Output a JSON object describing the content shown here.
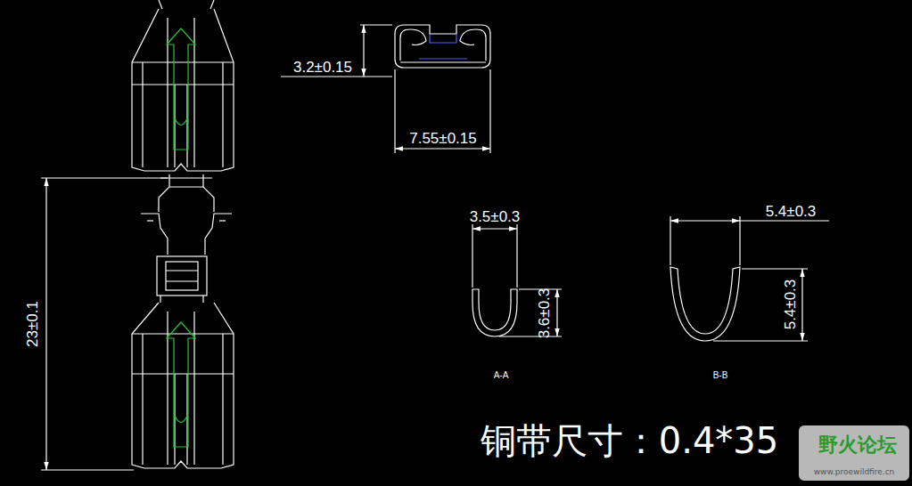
{
  "diagram": {
    "labels": [
      "3.2±0.15",
      "7.55±0.15",
      "3.5±0.3",
      "3.6±0.3",
      "5.4±0.3",
      "5.4±0.3",
      "23±0.1",
      "A-A",
      "B-B",
      "铜带尺寸：0.4*35",
      "野火论坛",
      "www.proewildfire.cn"
    ]
  }
}
